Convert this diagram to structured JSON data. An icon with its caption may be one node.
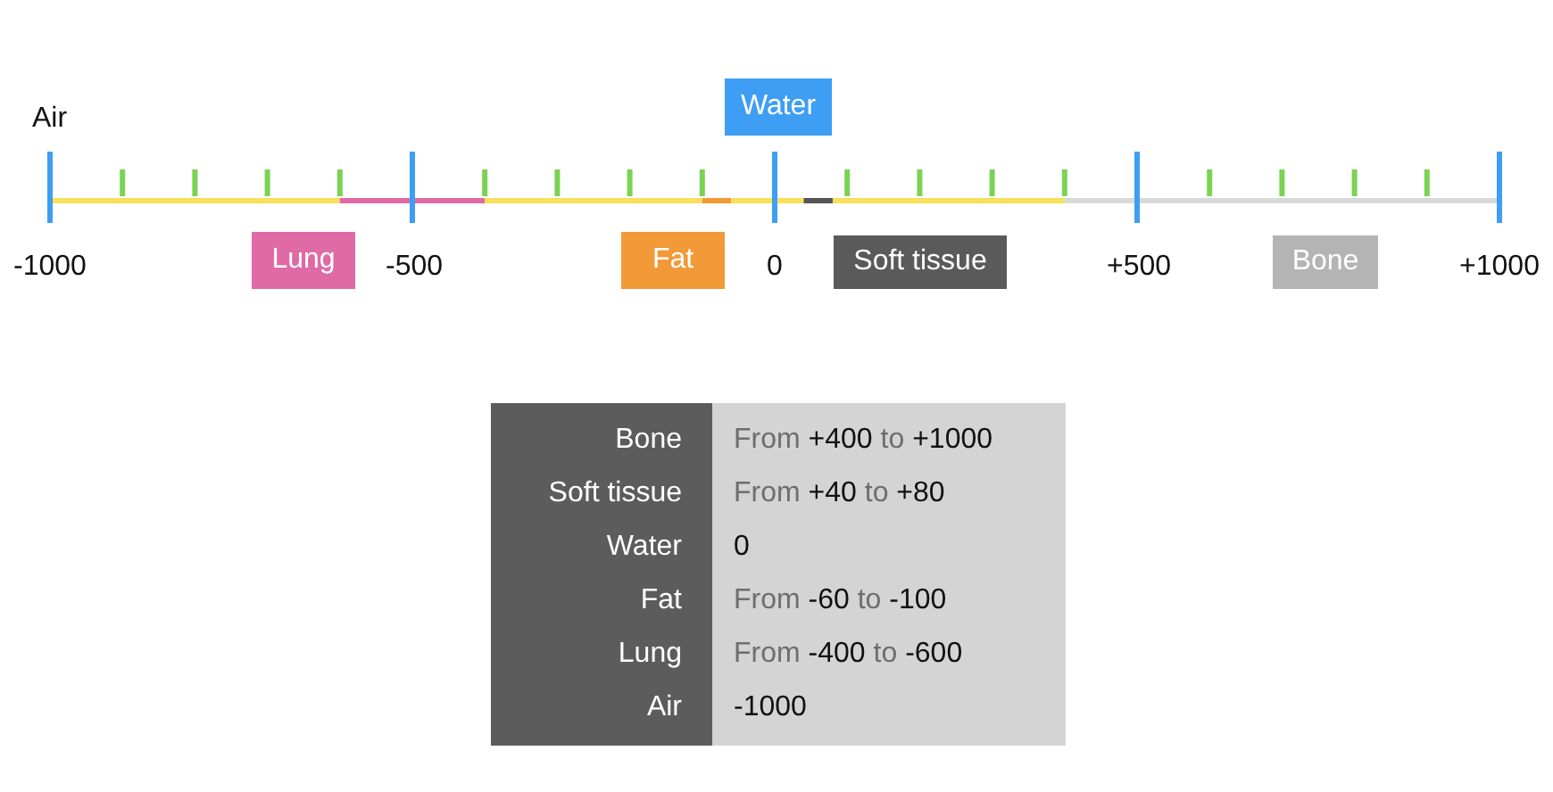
{
  "diagram": {
    "nodes": [
      {
        "text": [
          "Water"
        ]
      },
      {
        "text": [
          "Lung"
        ]
      },
      {
        "text": [
          "Fat"
        ]
      },
      {
        "text": [
          "Soft tissue"
        ]
      },
      {
        "text": [
          "Bone"
        ]
      }
    ],
    "labels": [
      "Air",
      "-1000",
      "-500",
      "0",
      "+500",
      "+1000",
      "Bone",
      "From +400 to +1000",
      "Soft tissue",
      "From +40 to +80",
      "Water",
      "0",
      "Fat",
      "From -60 to -100",
      "Lung",
      "From -400 to -600",
      "Air",
      "-1000"
    ]
  }
}
